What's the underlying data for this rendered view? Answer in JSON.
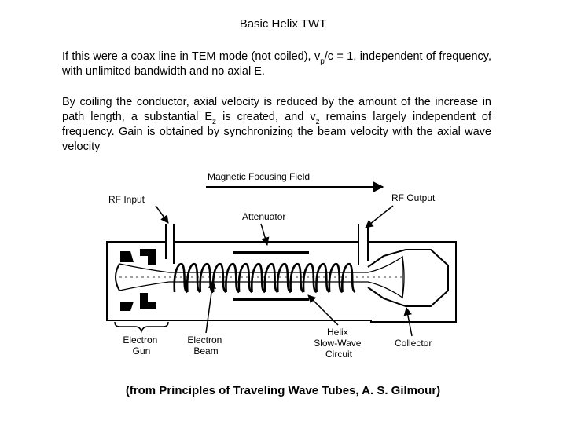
{
  "title": "Basic Helix TWT",
  "paragraph1": {
    "before": "If this were a coax line in TEM mode (not coiled),  v",
    "sub": "p",
    "after": "/c = 1, independent of frequency, with unlimited bandwidth and no axial E."
  },
  "paragraph2": {
    "part1": "By coiling the conductor, axial velocity is reduced by the amount of the increase in path length, a substantial E",
    "sub1": "z",
    "part2": " is created, and v",
    "sub2": "z",
    "part3": " remains largely independent of frequency.  Gain is obtained by synchronizing the beam velocity with the axial wave velocity"
  },
  "diagram": {
    "magnetic_field": "Magnetic Focusing Field",
    "rf_input": "RF Input",
    "rf_output": "RF Output",
    "attenuator": "Attenuator",
    "electron_gun": [
      "Electron",
      "Gun"
    ],
    "electron_beam": [
      "Electron",
      "Beam"
    ],
    "helix": [
      "Helix",
      "Slow-Wave",
      "Circuit"
    ],
    "collector": "Collector"
  },
  "caption": "(from Principles of Traveling Wave Tubes, A. S. Gilmour)"
}
